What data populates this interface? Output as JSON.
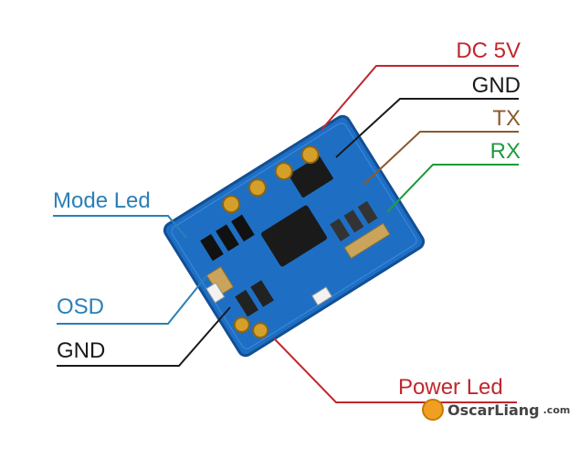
{
  "labels": {
    "dc5v": "DC 5V",
    "gnd_right": "GND",
    "tx": "TX",
    "rx": "RX",
    "mode_led": "Mode Led",
    "osd": "OSD",
    "gnd_left": "GND",
    "power_led": "Power Led"
  },
  "logo": {
    "name": "OscarLiang",
    "tld": ".com"
  },
  "colors": {
    "dc5v": "#c0272d",
    "gnd": "#1a1a1a",
    "tx": "#8b5a2b",
    "rx": "#1f9a3e",
    "mode_led": "#2a7fb8",
    "osd": "#2a7fb8",
    "power_led": "#c0272d",
    "pcb": "#1e6fc4"
  }
}
